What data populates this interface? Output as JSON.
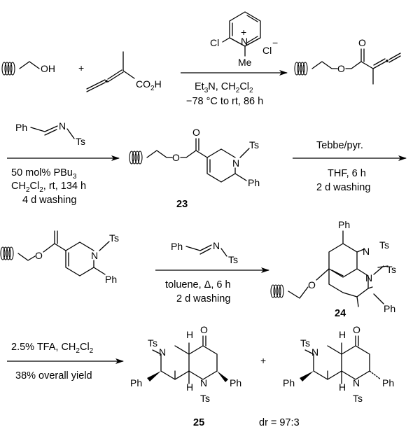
{
  "row1": {
    "sm_oh": "OH",
    "plus": "+",
    "acid": "CO",
    "acid_sub": "2",
    "acid_tail": "H",
    "reagent": {
      "cl": "Cl",
      "nplus": "N",
      "plus_sign": "+",
      "me": "Me",
      "clminus": "Cl",
      "minus_sign": "−"
    },
    "cond1a": "Et",
    "cond1a_sub": "3",
    "cond1a_rest": "N, CH",
    "cond1a_sub2": "2",
    "cond1a_tail": "Cl",
    "cond1a_sub3": "2",
    "cond1b": "−78 °C to rt, 86 h",
    "product_o1": "O",
    "product_o2": "O"
  },
  "row2": {
    "imine_ph": "Ph",
    "imine_n": "N",
    "imine_ts": "Ts",
    "cond2a": "50 mol% PBu",
    "cond2a_sub": "3",
    "cond2b": "CH",
    "cond2b_sub": "2",
    "cond2b_rest": "Cl",
    "cond2b_sub2": "2",
    "cond2b_tail": ", rt, 134 h",
    "cond2c": "4 d washing",
    "c23_o1": "O",
    "c23_o2": "O",
    "c23_n": "N",
    "c23_ts": "Ts",
    "c23_ph": "Ph",
    "c23_label": "23",
    "cond3a": "Tebbe/pyr.",
    "cond3b": "THF, 6 h",
    "cond3c": "2 d washing"
  },
  "row3": {
    "enol_o": "O",
    "enol_n": "N",
    "enol_ts": "Ts",
    "enol_ph": "Ph",
    "imine_ph": "Ph",
    "imine_n": "N",
    "imine_ts": "Ts",
    "cond4a": "toluene, Δ, 6 h",
    "cond4b": "2 d washing",
    "c24_ph1": "Ph",
    "c24_n1": "N",
    "c24_ts1": "Ts",
    "c24_o": "O",
    "c24_n2": "N",
    "c24_ts2": "Ts",
    "c24_ph2": "Ph",
    "c24_label": "24"
  },
  "row4": {
    "cond5a": "2.5% TFA, CH",
    "cond5a_sub": "2",
    "cond5a_tail": "Cl",
    "cond5a_sub2": "2",
    "cond5b": "38% overall yield",
    "p1": {
      "h1": "H",
      "o": "O",
      "ts1": "Ts",
      "n1": "N",
      "ph1": "Ph",
      "h2": "H",
      "n2": "N",
      "ph2": "Ph",
      "ts2": "Ts"
    },
    "plus": "+",
    "p2": {
      "h1": "H",
      "o": "O",
      "ts1": "Ts",
      "n1": "N",
      "ph1": "Ph",
      "h2": "H",
      "n2": "N",
      "ph2": "Ph",
      "ts2": "Ts"
    },
    "c25_label": "25",
    "dr": "dr = 97:3"
  }
}
